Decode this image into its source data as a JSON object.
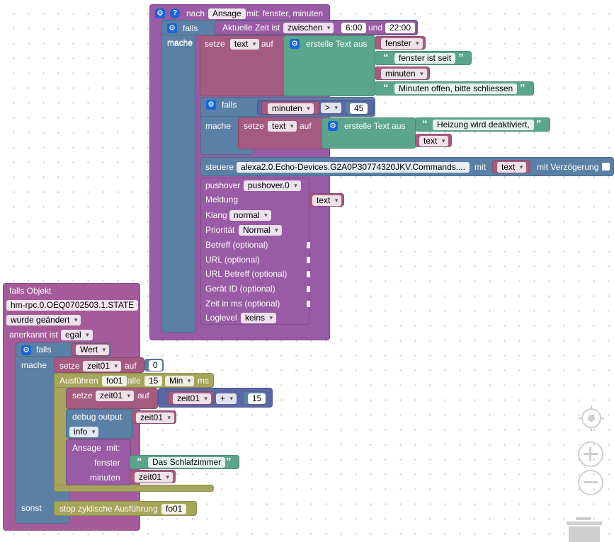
{
  "proc": {
    "prefix": "nach",
    "name": "Ansage",
    "params": "mit: fenster, minuten"
  },
  "if1": {
    "falls": "falls",
    "cond_label": "Aktuelle Zeit ist",
    "op": "zwischen",
    "from": "6:00",
    "und": "und",
    "to": "22:00",
    "mache": "mache"
  },
  "setText1": {
    "setze": "setze",
    "var": "text",
    "auf": "auf",
    "create": "erstelle Text aus",
    "items": [
      "fenster",
      "fenster ist seit",
      "minuten",
      "Minuten offen, bitte schliessen"
    ]
  },
  "if2": {
    "falls": "falls",
    "var": "minuten",
    "op": ">",
    "num": "45",
    "mache": "mache"
  },
  "setText2": {
    "setze": "setze",
    "var": "text",
    "auf": "auf",
    "create": "erstelle Text aus",
    "str": "Heizung wird deaktiviert,",
    "var2": "text"
  },
  "steuere": {
    "label": "steuere",
    "target": "alexa2.0.Echo-Devices.G2A0P30774320JKV.Commands....",
    "mit": "mit",
    "var": "text",
    "delay": "mit Verzögerung"
  },
  "pushover": {
    "label": "pushover",
    "instance": "pushover.0",
    "meldung": "Meldung",
    "meldung_var": "text",
    "klang": "Klang",
    "klang_val": "normal",
    "prio": "Priorität",
    "prio_val": "Normal",
    "betreff": "Betreff (optional)",
    "url": "URL (optional)",
    "url_betreff": "URL Betreff (optional)",
    "geraet": "Gerät ID (optional)",
    "zeit": "Zeit in ms (optional)",
    "loglevel": "Loglevel",
    "loglevel_val": "keins"
  },
  "trigger": {
    "label": "falls Objekt",
    "object": "hm-rpc.0.OEQ0702503.1.STATE",
    "mode": "wurde geändert",
    "ack_label": "anerkannt ist",
    "ack": "egal"
  },
  "if3": {
    "falls": "falls",
    "cond": "Wert",
    "mache": "mache",
    "sonst": "sonst"
  },
  "set0": {
    "setze": "setze",
    "var": "zeit01",
    "auf": "auf",
    "value": "0"
  },
  "interval": {
    "label": "Ausführen",
    "name": "fo01",
    "alle": "alle",
    "value": "15",
    "unit": "Min",
    "ms": "ms"
  },
  "setInc": {
    "setze": "setze",
    "var": "zeit01",
    "auf": "auf",
    "var2": "zeit01",
    "op": "+",
    "num": "15"
  },
  "debug": {
    "label": "debug output",
    "var": "zeit01",
    "level": "info"
  },
  "call": {
    "name": "Ansage",
    "mit": "mit:",
    "fenster": "fenster",
    "fenster_val": "Das Schlafzimmer",
    "minuten": "minuten",
    "minuten_val": "zeit01"
  },
  "stop": {
    "label": "stop zyklische Ausführung",
    "name": "fo01"
  },
  "controls": {
    "center": "target-icon",
    "zoom_in": "zoom-in-icon",
    "zoom_out": "zoom-out-icon",
    "trash": "trash-icon"
  }
}
